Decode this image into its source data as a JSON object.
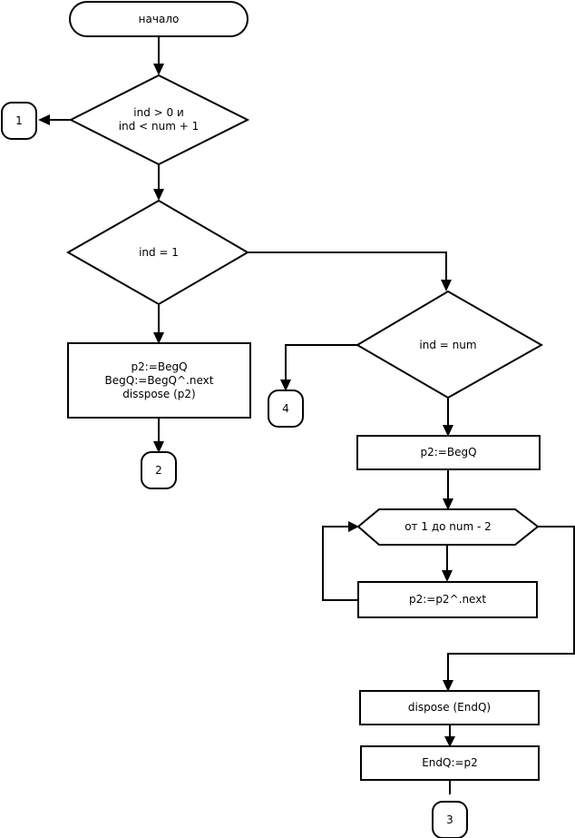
{
  "flowchart": {
    "start": "начало",
    "cond_range": "ind > 0 и\nind < num + 1",
    "cond_first": "ind = 1",
    "first_block": "p2:=BegQ\nBegQ:=BegQ^.next\ndisspose (p2)",
    "cond_last": "ind = num",
    "set_p2": "p2:=BegQ",
    "loop": "от 1 до num - 2",
    "loop_body": "p2:=p2^.next",
    "dispose_end": "dispose (EndQ)",
    "set_end": "EndQ:=p2",
    "connectors": [
      "1",
      "2",
      "3",
      "4"
    ]
  }
}
